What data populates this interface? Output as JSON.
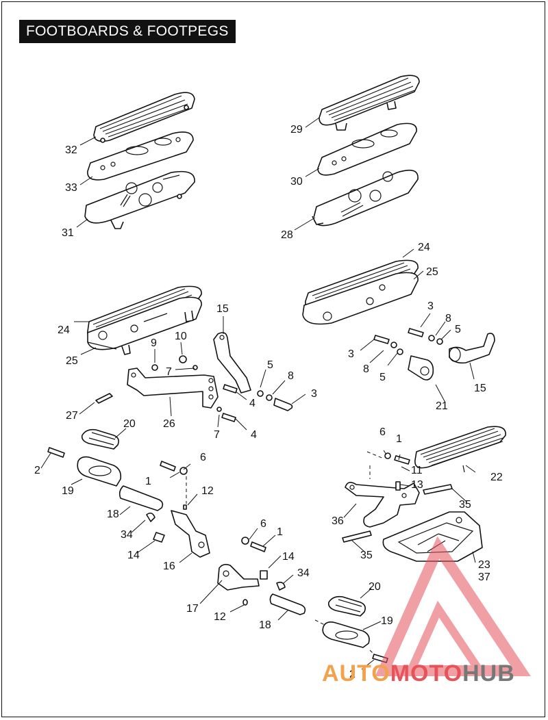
{
  "title": "FOOTBOARDS & FOOTPEGS",
  "watermark": {
    "part1": "AUTO",
    "part2": "MOTO",
    "part3": "HUB",
    "colors": {
      "auto": "#f2a24a",
      "moto": "#e4545a",
      "hub": "#777777",
      "logo": "#e4545a"
    }
  },
  "callouts": [
    {
      "n": "32"
    },
    {
      "n": "33"
    },
    {
      "n": "31"
    },
    {
      "n": "29"
    },
    {
      "n": "30"
    },
    {
      "n": "28"
    },
    {
      "n": "24"
    },
    {
      "n": "25"
    },
    {
      "n": "15"
    },
    {
      "n": "9"
    },
    {
      "n": "10"
    },
    {
      "n": "7"
    },
    {
      "n": "5"
    },
    {
      "n": "8"
    },
    {
      "n": "3"
    },
    {
      "n": "4"
    },
    {
      "n": "27"
    },
    {
      "n": "26"
    },
    {
      "n": "7"
    },
    {
      "n": "4"
    },
    {
      "n": "24"
    },
    {
      "n": "25"
    },
    {
      "n": "3"
    },
    {
      "n": "8"
    },
    {
      "n": "5"
    },
    {
      "n": "3"
    },
    {
      "n": "8"
    },
    {
      "n": "5"
    },
    {
      "n": "15"
    },
    {
      "n": "21"
    },
    {
      "n": "20"
    },
    {
      "n": "2"
    },
    {
      "n": "19"
    },
    {
      "n": "1"
    },
    {
      "n": "6"
    },
    {
      "n": "12"
    },
    {
      "n": "18"
    },
    {
      "n": "34"
    },
    {
      "n": "14"
    },
    {
      "n": "16"
    },
    {
      "n": "6"
    },
    {
      "n": "1"
    },
    {
      "n": "11"
    },
    {
      "n": "13"
    },
    {
      "n": "22"
    },
    {
      "n": "35"
    },
    {
      "n": "36"
    },
    {
      "n": "35"
    },
    {
      "n": "23"
    },
    {
      "n": "37"
    },
    {
      "n": "6"
    },
    {
      "n": "1"
    },
    {
      "n": "14"
    },
    {
      "n": "34"
    },
    {
      "n": "17"
    },
    {
      "n": "12"
    },
    {
      "n": "20"
    },
    {
      "n": "18"
    },
    {
      "n": "19"
    },
    {
      "n": "2"
    }
  ]
}
